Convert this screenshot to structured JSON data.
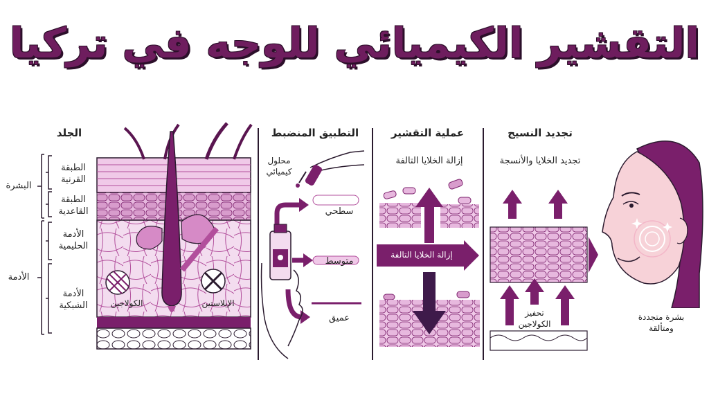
{
  "title": "التقشير الكيميائي للوجه في تركيا",
  "colors": {
    "primary": "#7a1f6b",
    "light": "#e7b8de",
    "dark": "#2a1a2e",
    "mid": "#b24f9c"
  },
  "skin": {
    "heading": "الجلد",
    "epidermis": "البشرة",
    "stratum_corneum": "الطبقة القرنية",
    "basal_layer": "الطبقة القاعدية",
    "dermis": "الأدمة",
    "papillary_dermis": "الأدمة الحليمية",
    "reticular_dermis": "الأدمة الشبكية",
    "collagen": "الكولاجين",
    "elastin": "الإيلاستين"
  },
  "application": {
    "heading": "التطبيق المنضبط",
    "chemical_solution": "محلول كيميائي",
    "superficial": "سطحي",
    "medium": "متوسط",
    "deep": "عميق"
  },
  "peeling": {
    "heading": "عملية التقشير",
    "damaged_cells": "إزالة الخلايا التالفة",
    "arrow_label": "إزالة الخلايا التالفة"
  },
  "renewal": {
    "heading": "تجديد النسيج",
    "cells_tissue": "تجديد الخلايا والأنسجة",
    "collagen_stimulation": "تحفيز الكولاجين"
  },
  "result": {
    "label": "بشرة متجددة ومتألقة"
  }
}
